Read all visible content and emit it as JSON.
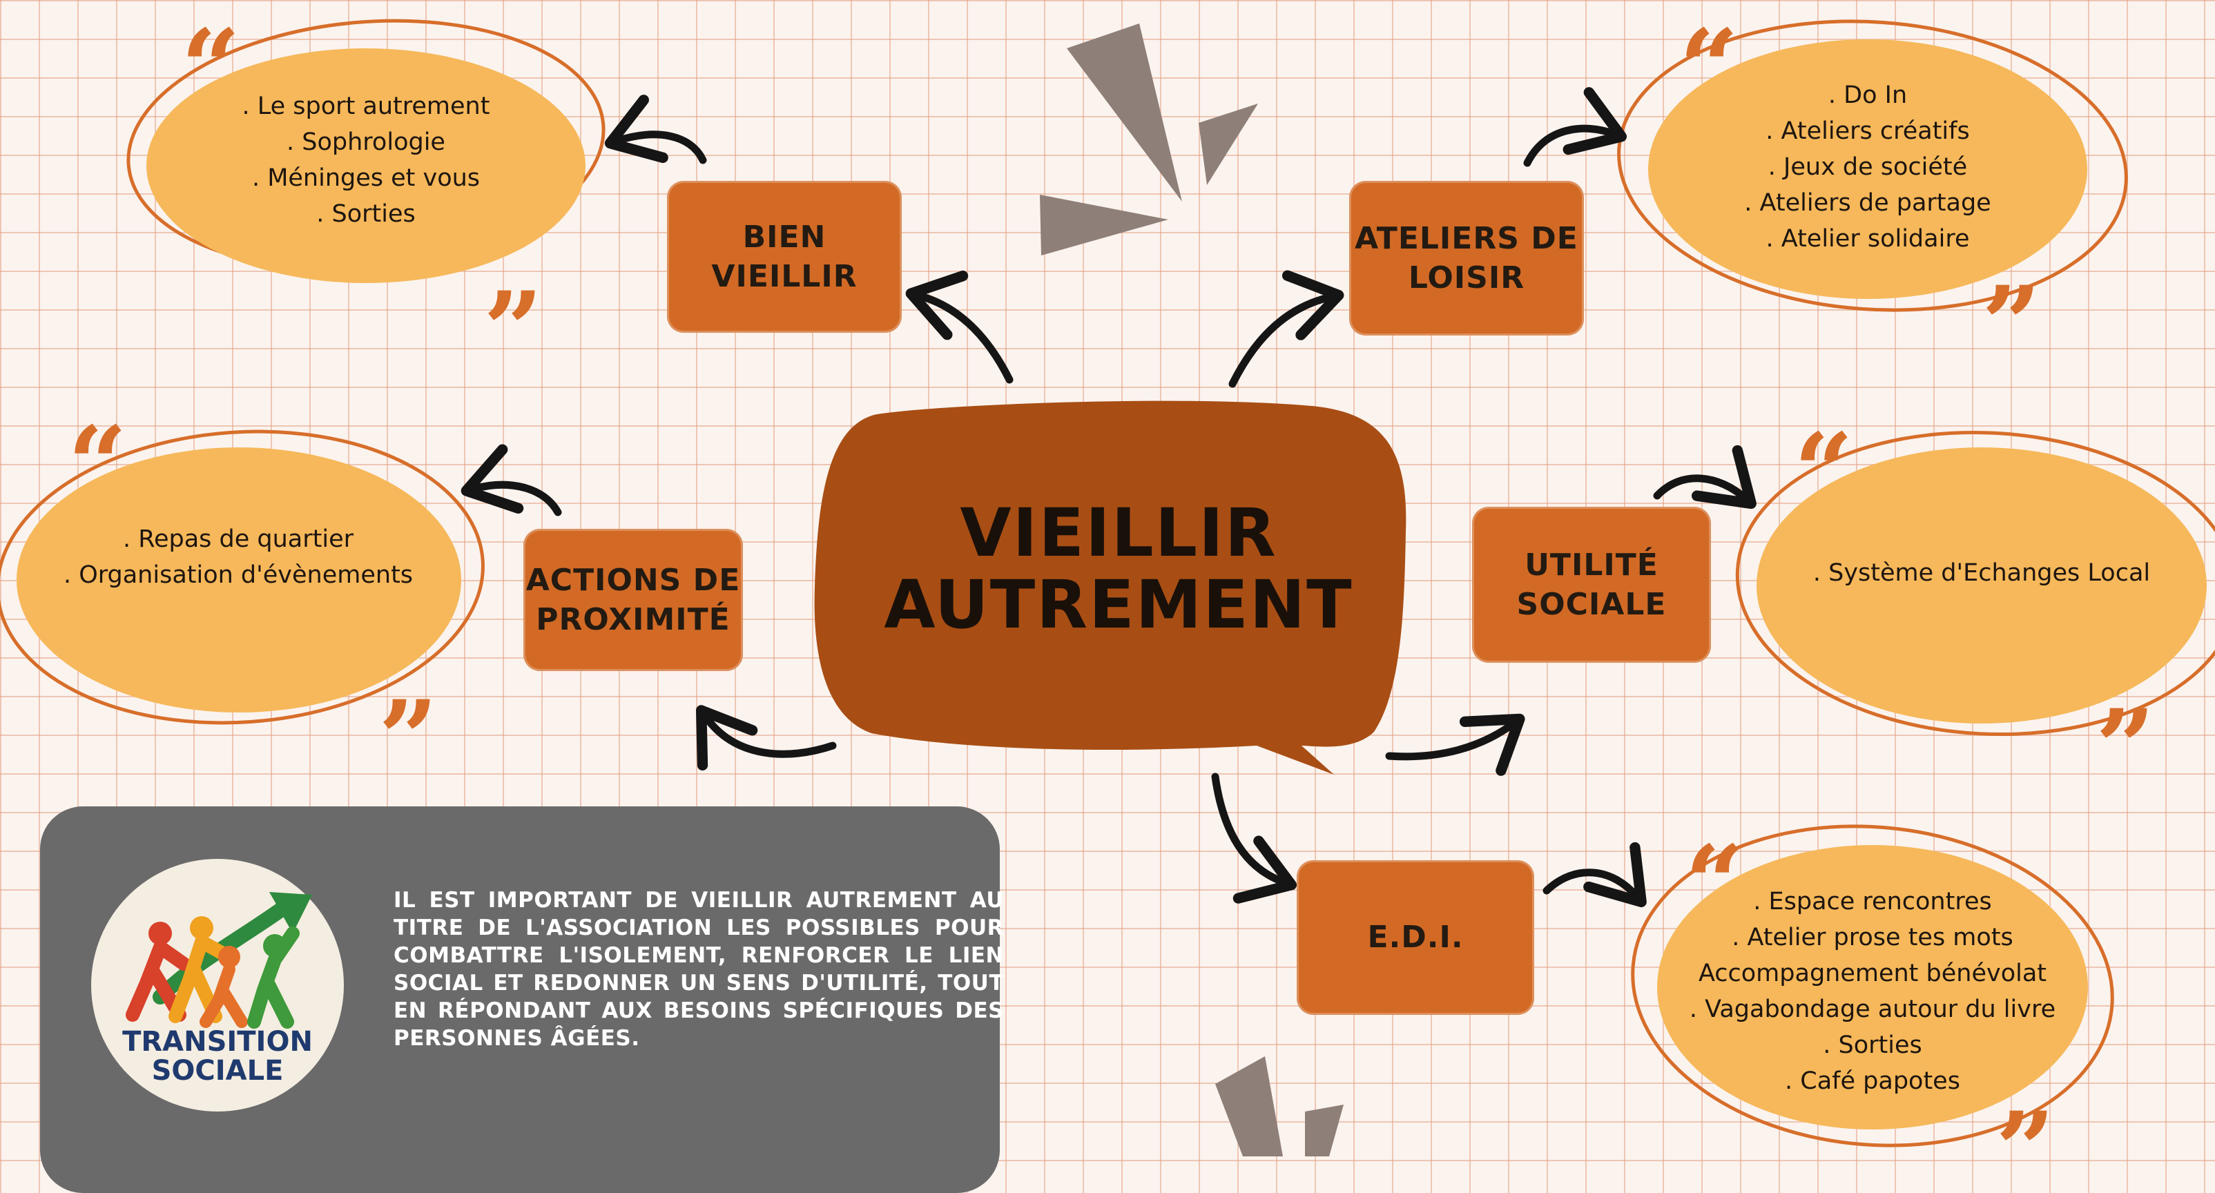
{
  "center": {
    "title": "VIEILLIR\nAUTREMENT"
  },
  "nodes": {
    "bien_vieillir": "BIEN VIEILLIR",
    "ateliers_loisir": "ATELIERS DE\nLOISIR",
    "actions_proximite": "ACTIONS DE\nPROXIMITÉ",
    "utilite_sociale": "UTILITÉ\nSOCIALE",
    "edi": "E.D.I."
  },
  "bubbles": {
    "bien_vieillir": [
      ". Le sport autrement",
      ". Sophrologie",
      ". Méninges et vous",
      ". Sorties"
    ],
    "ateliers_loisir": [
      ". Do In",
      ". Ateliers créatifs",
      ". Jeux de société",
      ". Ateliers de partage",
      ". Atelier solidaire"
    ],
    "actions_proximite": [
      ". Repas de quartier",
      ". Organisation d'évènements"
    ],
    "utilite_sociale": [
      ". Système d'Echanges Local"
    ],
    "edi": [
      ". Espace rencontres",
      ". Atelier prose tes mots",
      "Accompagnement bénévolat",
      ". Vagabondage autour du livre",
      ". Sorties",
      ". Café papotes"
    ]
  },
  "info": {
    "logo_text": "TRANSITION\nSOCIALE",
    "statement": "IL EST IMPORTANT DE VIEILLIR AUTREMENT AU TITRE DE L'ASSOCIATION LES POSSIBLES POUR COMBATTRE L'ISOLEMENT, RENFORCER LE LIEN SOCIAL ET REDONNER UN SENS D'UTILITÉ, TOUT EN RÉPONDANT AUX BESOINS SPÉCIFIQUES DES PERSONNES ÂGÉES."
  },
  "colors": {
    "node_fill": "#d26a25",
    "center_fill": "#a84e14",
    "bubble_fill": "#f6b85a",
    "ring_stroke": "#d76e2a",
    "quote_mark": "#d76e2a",
    "arrow": "#151515",
    "panel": "#6a6a6a"
  }
}
